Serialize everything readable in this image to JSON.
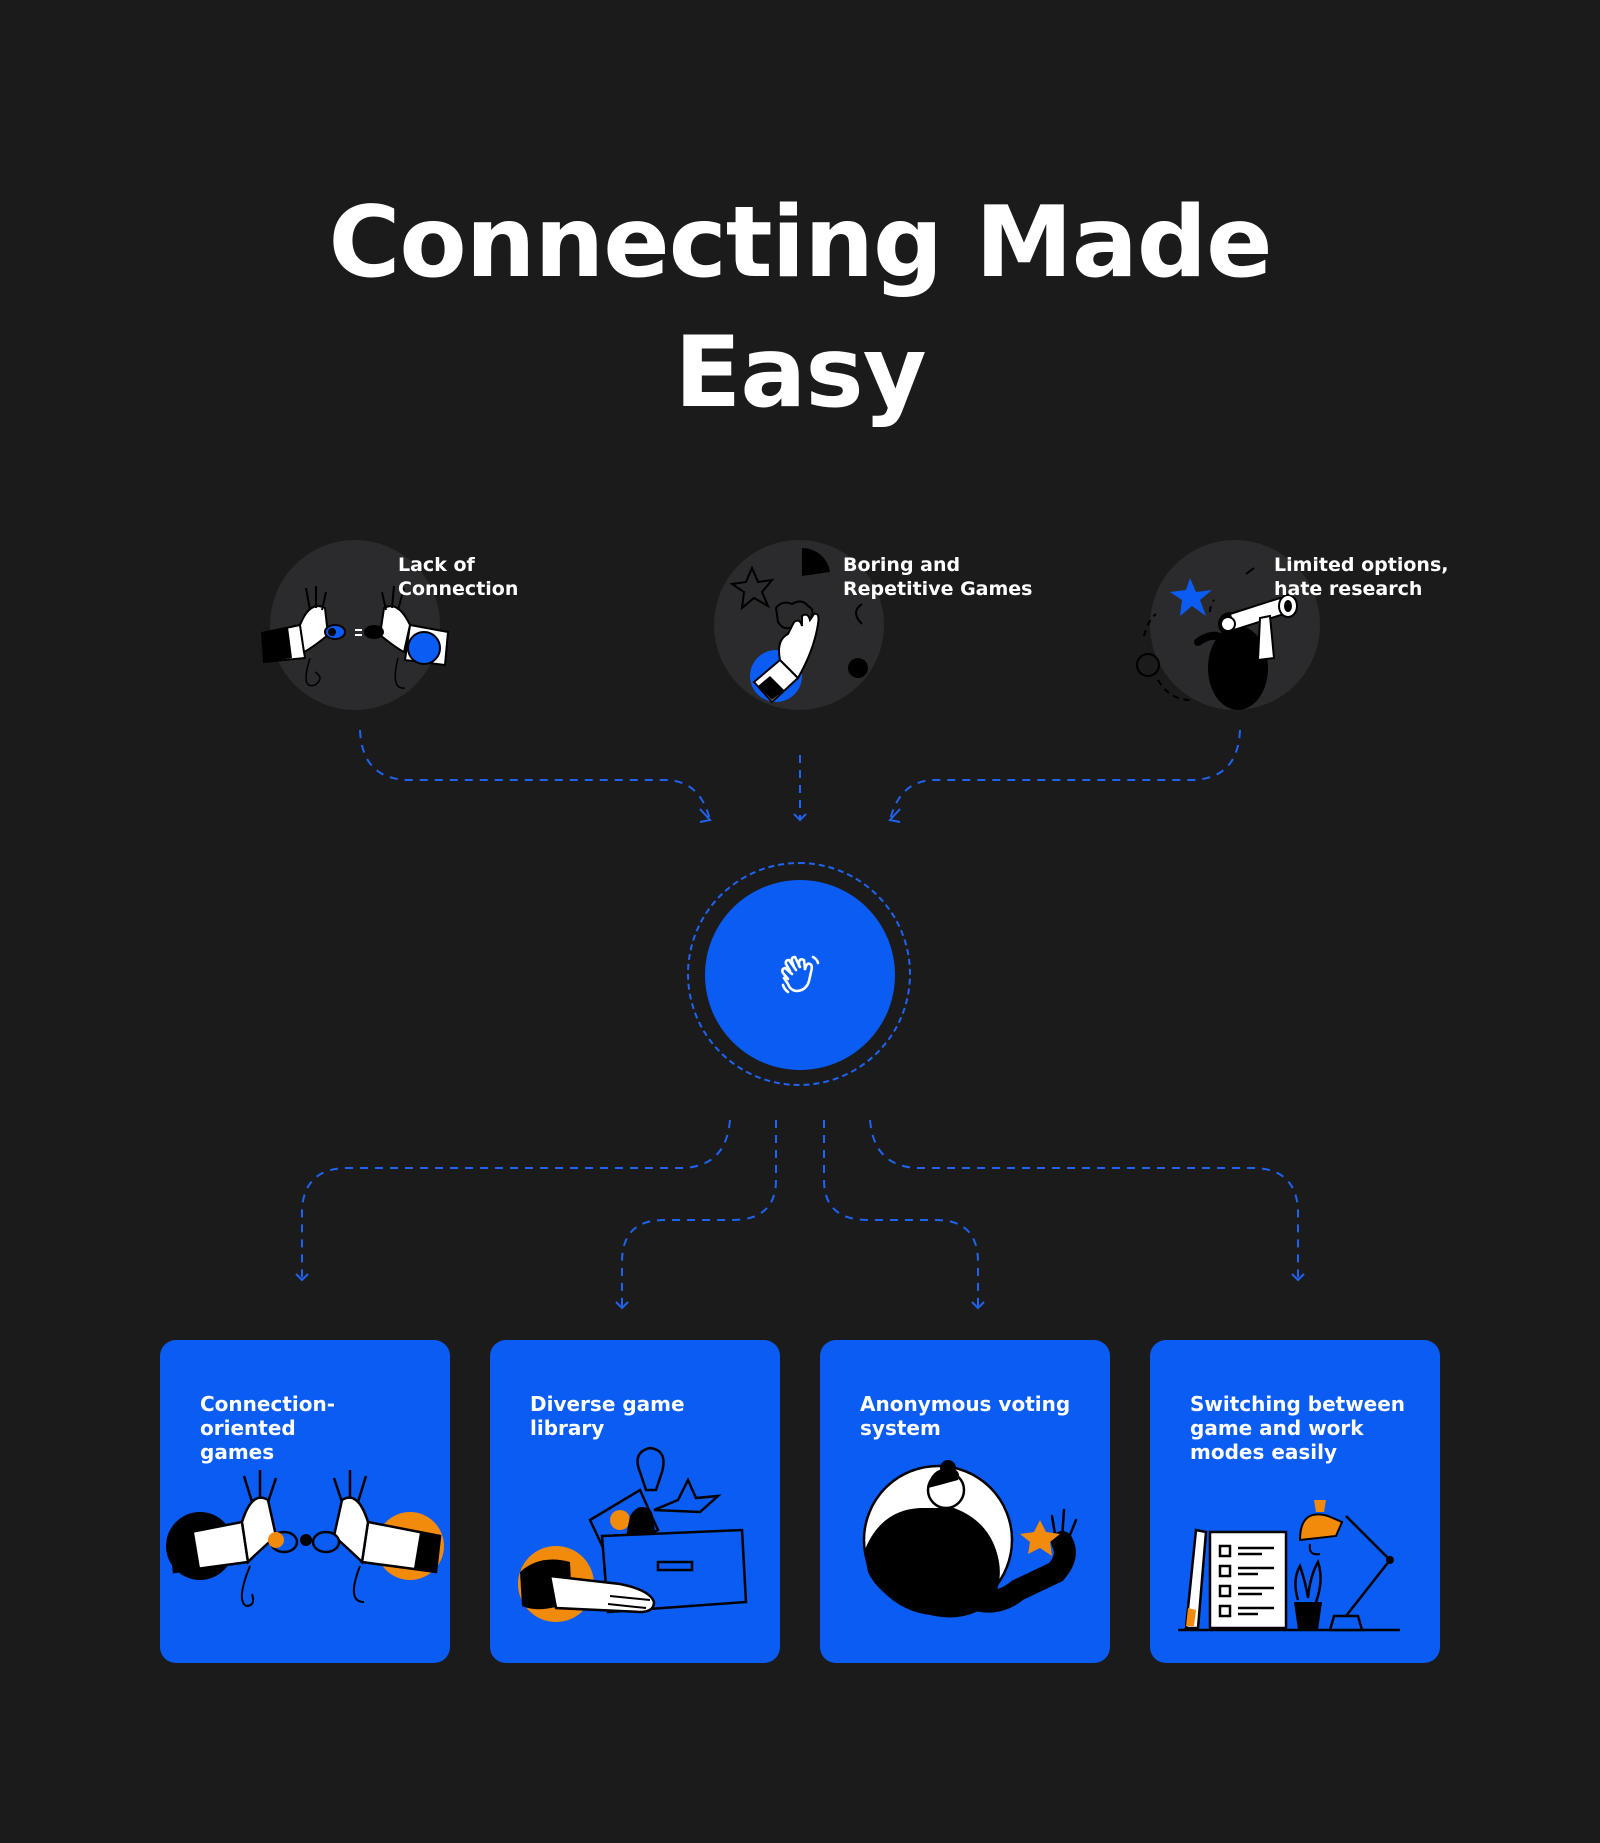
{
  "title": {
    "line1": "Connecting Made",
    "line2": "Easy"
  },
  "problems": [
    {
      "label": "Lack of\nConnection",
      "icon": "hands-connecting-icon"
    },
    {
      "label": "Boring and\nRepetitive Games",
      "icon": "waving-hand-shapes-icon"
    },
    {
      "label": "Limited options,\nhate research",
      "icon": "telescope-person-icon"
    }
  ],
  "hub": {
    "icon": "waving-hand-icon"
  },
  "features": [
    {
      "label": "Connection-oriented\ngames",
      "icon": "hands-connecting-icon"
    },
    {
      "label": "Diverse game\nlibrary",
      "icon": "game-box-icon"
    },
    {
      "label": "Anonymous voting\nsystem",
      "icon": "person-holding-star-icon"
    },
    {
      "label": "Switching between\ngame and work\nmodes easily",
      "icon": "desk-lamp-checklist-icon"
    }
  ],
  "colors": {
    "background": "#1b1b1c",
    "accent_blue": "#0a5cf2",
    "accent_orange": "#f28a0c",
    "problem_circle": "#2b2b2d"
  }
}
